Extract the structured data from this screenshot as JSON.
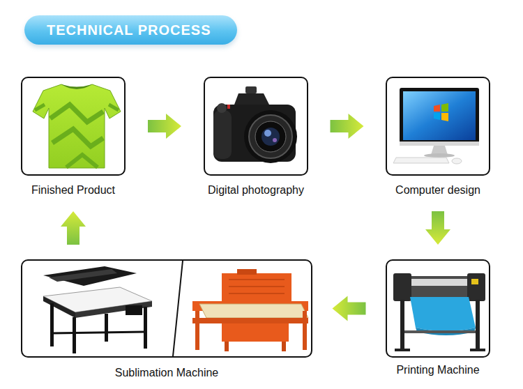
{
  "diagram": {
    "title": "TECHNICAL PROCESS",
    "nodes": [
      {
        "text": [
          "Finished Product"
        ]
      },
      {
        "text": [
          "Digital photography"
        ]
      },
      {
        "text": [
          "Computer design"
        ]
      },
      {
        "text": [
          "Sublimation Machine"
        ]
      },
      {
        "text": [
          "Printing Machine"
        ]
      }
    ],
    "edges": [
      {
        "from": 0,
        "to": 1,
        "arrow": "to"
      },
      {
        "from": 1,
        "to": 2,
        "arrow": "to"
      },
      {
        "from": 2,
        "to": 4,
        "arrow": "to"
      },
      {
        "from": 4,
        "to": 3,
        "arrow": "to"
      },
      {
        "from": 3,
        "to": 0,
        "arrow": "to"
      }
    ]
  }
}
